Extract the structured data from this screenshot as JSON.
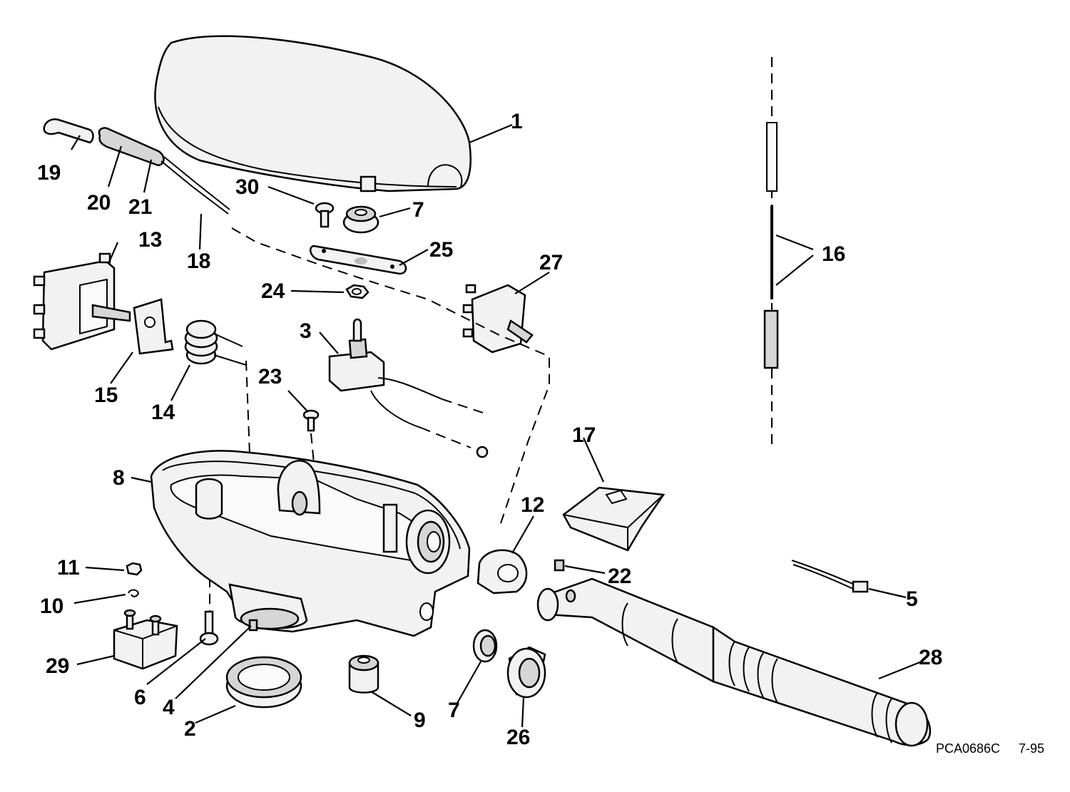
{
  "callouts": {
    "c1": "1",
    "c2": "2",
    "c3": "3",
    "c4": "4",
    "c5": "5",
    "c6": "6",
    "c7a": "7",
    "c7b": "7",
    "c8": "8",
    "c9": "9",
    "c10": "10",
    "c11": "11",
    "c12": "12",
    "c13": "13",
    "c14": "14",
    "c15": "15",
    "c16": "16",
    "c17": "17",
    "c18": "18",
    "c19": "19",
    "c20": "20",
    "c21": "21",
    "c22": "22",
    "c23": "23",
    "c24": "24",
    "c25": "25",
    "c26": "26",
    "c27": "27",
    "c28": "28",
    "c29": "29",
    "c30": "30"
  },
  "footer": {
    "code": "PCA0686C",
    "date": "7-95"
  }
}
